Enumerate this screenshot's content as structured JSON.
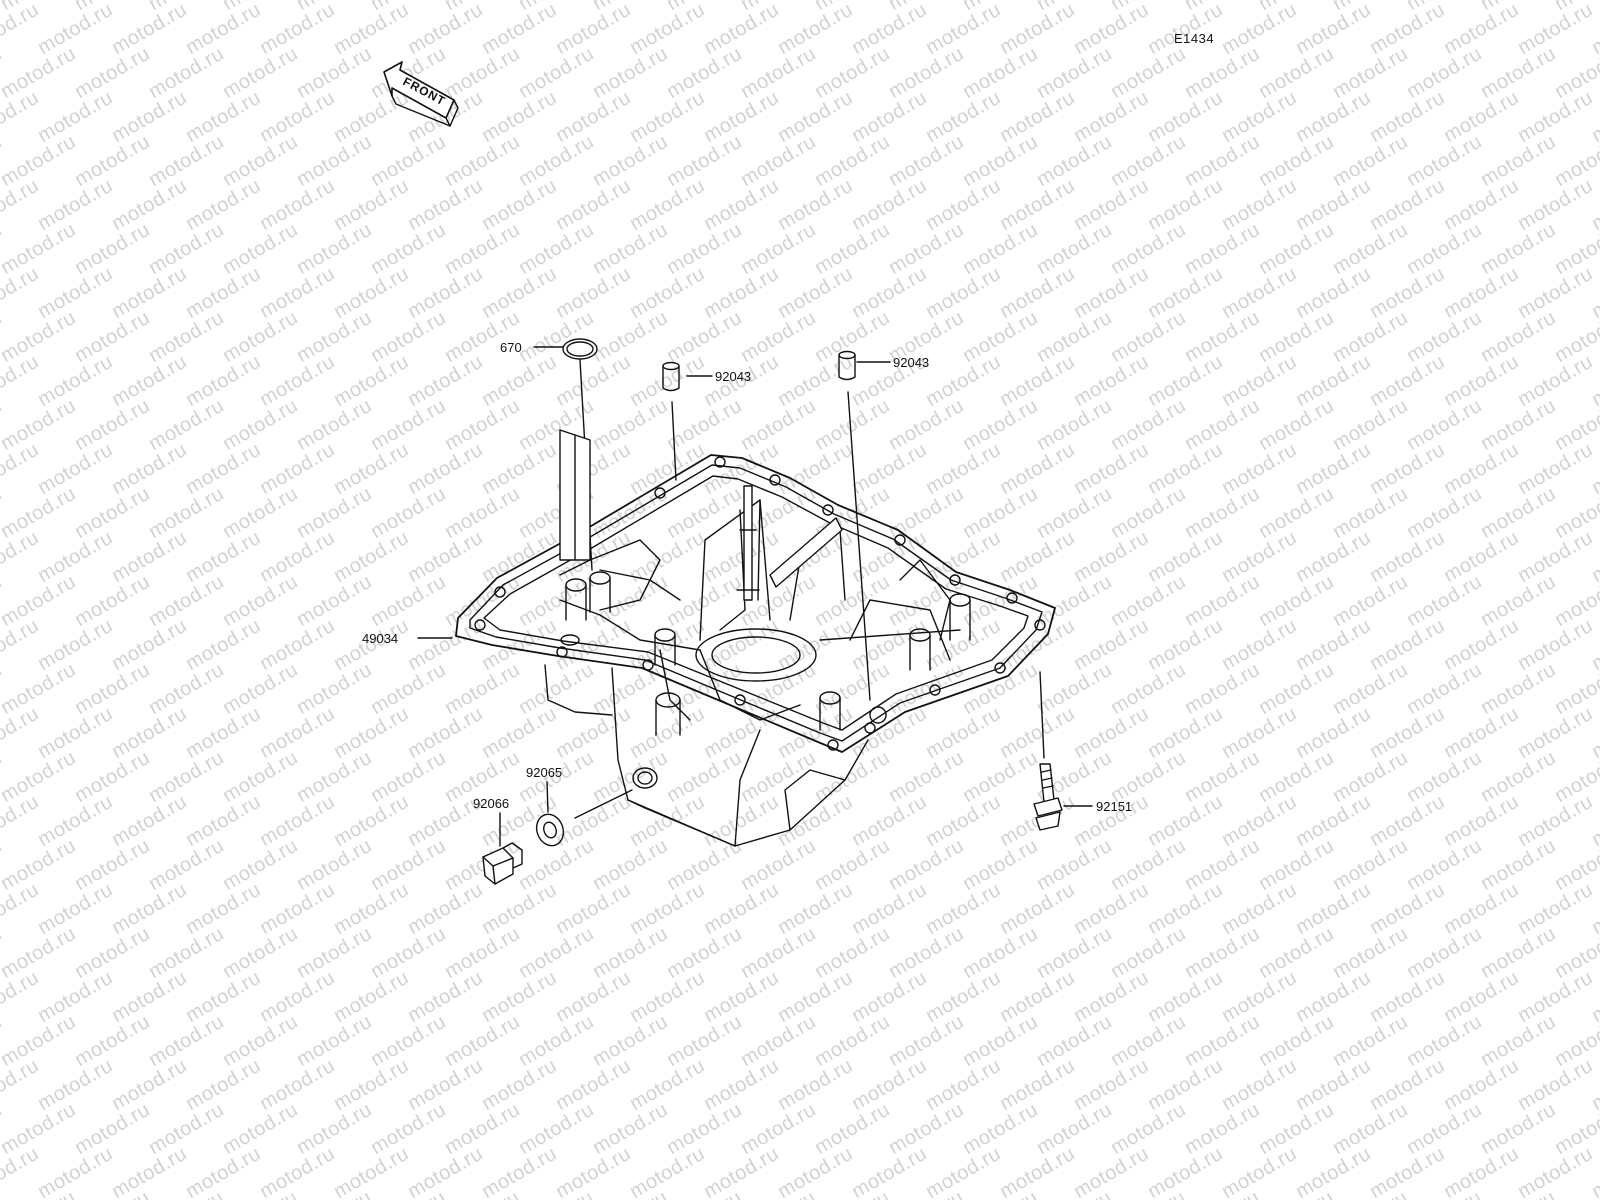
{
  "watermark": {
    "text": "motod.ru",
    "color": "#d2d2d2"
  },
  "diagram_code": "E1434",
  "front_arrow": {
    "text": "FRONT",
    "icon": "front-direction-arrow-icon"
  },
  "callouts": {
    "oring_670": "670",
    "dowel_left": "92043",
    "dowel_right": "92043",
    "oil_pan": "49034",
    "gasket": "92065",
    "drain_plug": "92066",
    "bolt": "92151"
  },
  "colors": {
    "line": "#111111",
    "background": "#ffffff"
  }
}
